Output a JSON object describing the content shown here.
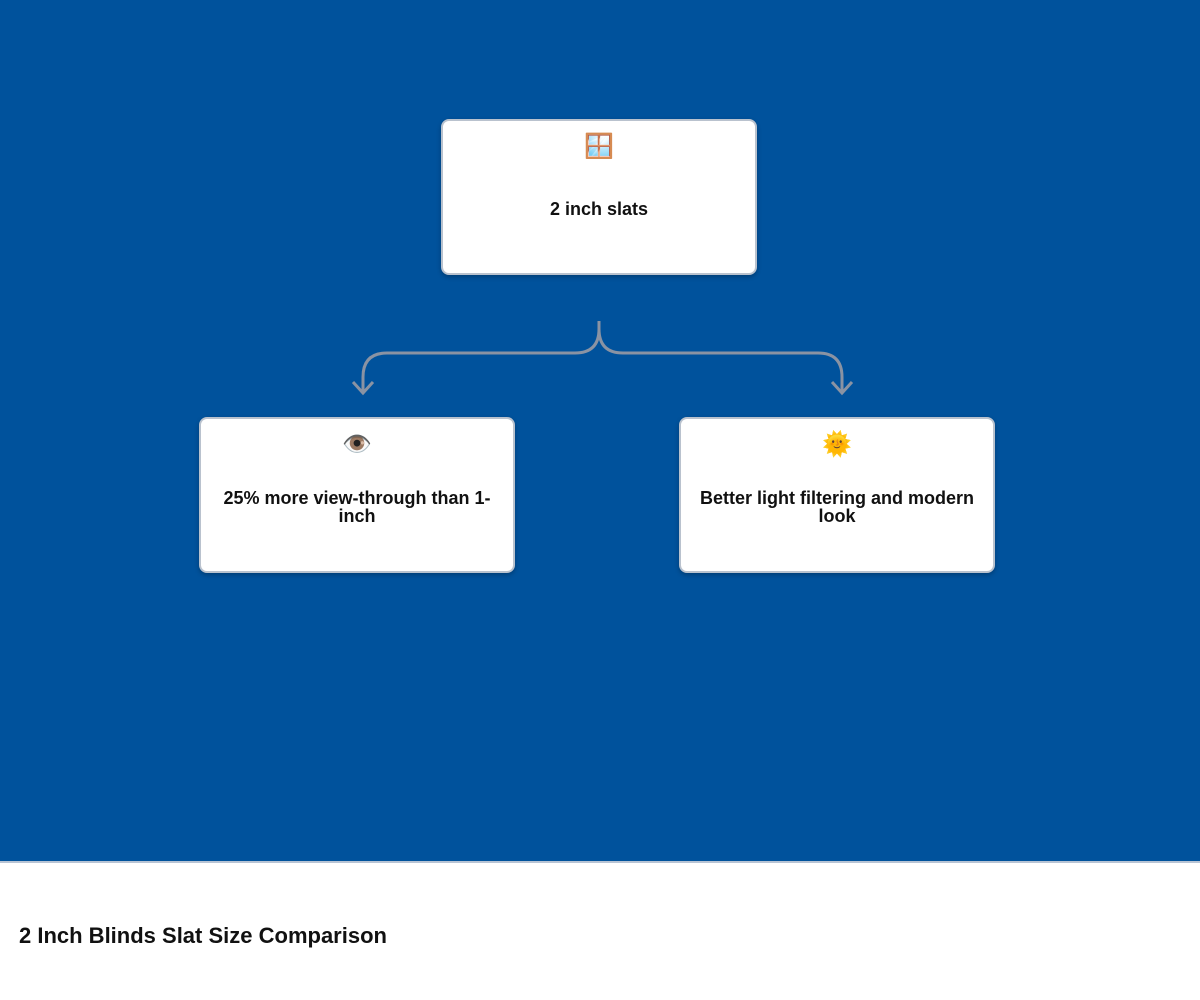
{
  "diagram": {
    "root": {
      "icon": "🪟",
      "icon_name": "window-icon",
      "label": "2 inch slats"
    },
    "children": [
      {
        "icon": "👁️",
        "icon_name": "eye-icon",
        "label": "25% more view-through than 1-inch"
      },
      {
        "icon": "🌞",
        "icon_name": "sun-icon",
        "label": "Better light filtering and modern look"
      }
    ],
    "colors": {
      "background": "#00529c",
      "node_fill": "#ffffff",
      "node_border": "#b9c2ce",
      "connector": "#8a93a3"
    }
  },
  "footer": {
    "title": "2 Inch Blinds Slat Size Comparison"
  }
}
